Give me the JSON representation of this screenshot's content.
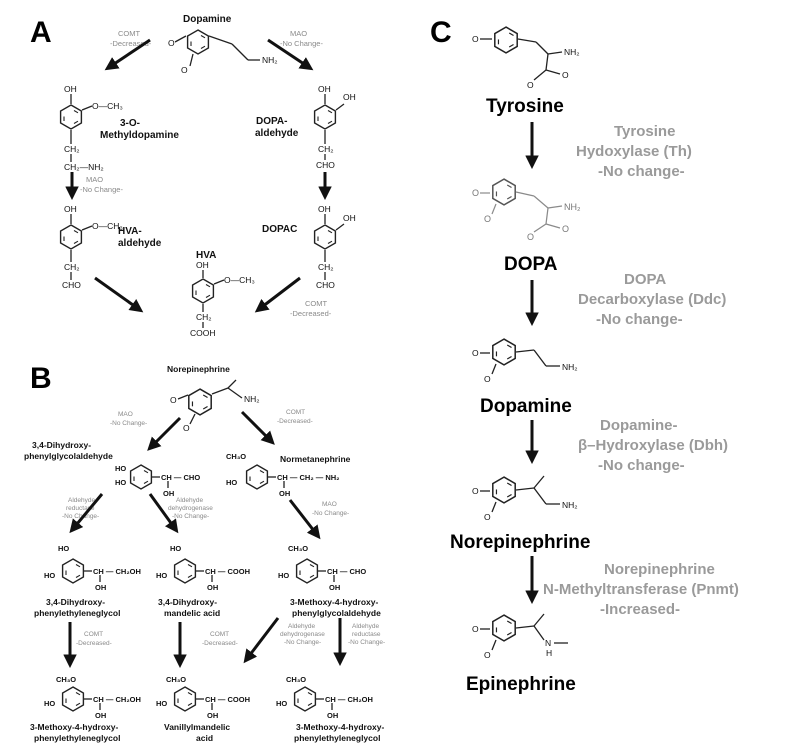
{
  "panels": {
    "a": {
      "label": "A",
      "compounds": {
        "dopamine": "Dopamine",
        "methyldopamine_1": "3-O-",
        "methyldopamine_2": "Methyldopamine",
        "dopaldehyde_1": "DOPA-",
        "dopaldehyde_2": "aldehyde",
        "hvaaldehyde_1": "HVA-",
        "hvaaldehyde_2": "aldehyde",
        "dopac": "DOPAC",
        "hva": "HVA"
      },
      "enzymes": {
        "comt_left_1": "COMT",
        "comt_left_2": "-Decreased-",
        "mao_right_1": "MAO",
        "mao_right_2": "-No Change-",
        "mao_mid_1": "MAO",
        "mao_mid_2": "-No Change-",
        "comt_bottom_1": "COMT",
        "comt_bottom_2": "-Decreased-"
      },
      "atoms": {
        "oh": "OH",
        "o": "O",
        "och3": "O—CH₃",
        "ch2ch2nh2": "CH₂—NH₂",
        "ch2": "CH₂",
        "cho": "CHO",
        "cooh": "COOH",
        "nh2": "NH₂"
      }
    },
    "b": {
      "label": "B",
      "compounds": {
        "norepinephrine": "Norepinephrine",
        "dhpg_ald_1": "3,4-Dihydroxy-",
        "dhpg_ald_2": "phenylglycolaldehyde",
        "normetanephrine": "Normetanephrine",
        "dhpg_1": "3,4-Dihydroxy-",
        "dhpg_2": "phenylethyleneglycol",
        "dhma_1": "3,4-Dihydroxy-",
        "dhma_2": "mandelic acid",
        "mhpg_ald_1": "3-Methoxy-4-hydroxy-",
        "mhpg_ald_2": "phenylglycolaldehyde",
        "mhpg_left_1": "3-Methoxy-4-hydroxy-",
        "mhpg_left_2": "phenylethyleneglycol",
        "vma_1": "Vanillylmandelic",
        "vma_2": "acid",
        "mhpg_right_1": "3-Methoxy-4-hydroxy-",
        "mhpg_right_2": "phenylethyleneglycol"
      },
      "enzymes": {
        "mao_1": "MAO",
        "mao_2": "-No Change-",
        "comt_1": "COMT",
        "comt_2": "-Decreased-",
        "ar_1": "Aldehyde",
        "ar_2": "reductase",
        "ar_3": "-No Change-",
        "ad_1": "Aldehyde",
        "ad_2": "dehydrogenase",
        "ad_3": "-No Change-",
        "mao2_1": "MAO",
        "mao2_2": "-No Change-",
        "comt2_1": "COMT",
        "comt2_2": "-Decreased-",
        "comt3_1": "COMT",
        "comt3_2": "-Decreased-",
        "ad2_1": "Aldehyde",
        "ad2_2": "dehydrogenase",
        "ad2_3": "-No Change-",
        "ar2_1": "Aldehyde",
        "ar2_2": "reductase",
        "ar2_3": "-No Change-"
      },
      "atoms": {
        "o": "O",
        "nh2": "NH₂",
        "ho": "HO",
        "ch3o": "CH₃O",
        "oh": "OH",
        "ch_cho": "CH — CHO",
        "ch_ch2oh": "CH — CH₂OH",
        "ch_cooh": "CH — COOH",
        "ch_ch2_nh2": "CH — CH₂ — NH₂"
      }
    },
    "c": {
      "label": "C",
      "compounds": {
        "tyrosine": "Tyrosine",
        "dopa": "DOPA",
        "dopamine": "Dopamine",
        "norepinephrine": "Norepinephrine",
        "epinephrine": "Epinephrine"
      },
      "enzymes": {
        "th_1": "Tyrosine",
        "th_2": "Hydoxylase (Th)",
        "th_3": "-No change-",
        "ddc_1": "DOPA",
        "ddc_2": "Decarboxylase (Ddc)",
        "ddc_3": "-No change-",
        "dbh_1": "Dopamine-",
        "dbh_2": "β–Hydroxylase (Dbh)",
        "dbh_3": "-No change-",
        "pnmt_1": "Norepinephrine",
        "pnmt_2": "N-Methyltransferase (Pnmt)",
        "pnmt_3": "-Increased-"
      },
      "atoms": {
        "o": "O",
        "nh2": "NH₂",
        "n": "N",
        "h": "H"
      }
    }
  }
}
